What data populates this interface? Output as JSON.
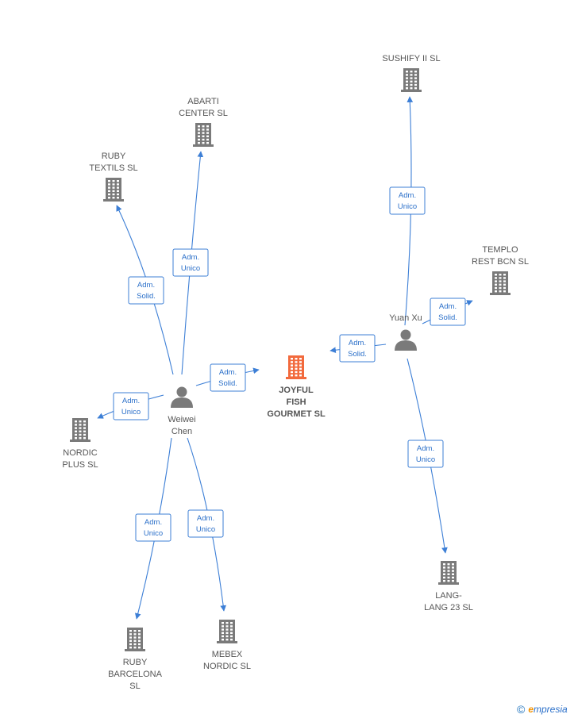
{
  "colors": {
    "edge": "#3d7fd6",
    "building": "#7a7a7a",
    "building_main": "#f26a3d",
    "person": "#7a7a7a",
    "label": "#555555"
  },
  "nodes": [
    {
      "id": "joyful",
      "type": "company-main",
      "lines": [
        "JOYFUL",
        "FISH",
        "GOURMET  SL"
      ]
    },
    {
      "id": "weiwei",
      "type": "person",
      "lines": [
        "Weiwei",
        "Chen"
      ]
    },
    {
      "id": "yuanxu",
      "type": "person",
      "lines": [
        "Yuan Xu"
      ]
    },
    {
      "id": "abarti",
      "type": "company",
      "lines": [
        "ABARTI",
        "CENTER SL"
      ]
    },
    {
      "id": "ruby_textils",
      "type": "company",
      "lines": [
        "RUBY",
        "TEXTILS  SL"
      ]
    },
    {
      "id": "nordic_plus",
      "type": "company",
      "lines": [
        "NORDIC",
        "PLUS SL"
      ]
    },
    {
      "id": "ruby_barcelona",
      "type": "company",
      "lines": [
        "RUBY",
        "BARCELONA",
        "SL"
      ]
    },
    {
      "id": "mebex",
      "type": "company",
      "lines": [
        "MEBEX",
        "NORDIC SL"
      ]
    },
    {
      "id": "sushify",
      "type": "company",
      "lines": [
        "SUSHIFY II  SL"
      ]
    },
    {
      "id": "templo",
      "type": "company",
      "lines": [
        "TEMPLO",
        "REST BCN  SL"
      ]
    },
    {
      "id": "lang",
      "type": "company",
      "lines": [
        "LANG-",
        "LANG 23  SL"
      ]
    }
  ],
  "edges": [
    {
      "from": "weiwei",
      "to": "abarti",
      "lines": [
        "Adm.",
        "Unico"
      ]
    },
    {
      "from": "weiwei",
      "to": "ruby_textils",
      "lines": [
        "Adm.",
        "Solid."
      ]
    },
    {
      "from": "weiwei",
      "to": "joyful",
      "lines": [
        "Adm.",
        "Solid."
      ]
    },
    {
      "from": "weiwei",
      "to": "nordic_plus",
      "lines": [
        "Adm.",
        "Unico"
      ]
    },
    {
      "from": "weiwei",
      "to": "ruby_barcelona",
      "lines": [
        "Adm.",
        "Unico"
      ]
    },
    {
      "from": "weiwei",
      "to": "mebex",
      "lines": [
        "Adm.",
        "Unico"
      ]
    },
    {
      "from": "yuanxu",
      "to": "sushify",
      "lines": [
        "Adm.",
        "Unico"
      ]
    },
    {
      "from": "yuanxu",
      "to": "templo",
      "lines": [
        "Adm.",
        "Solid."
      ]
    },
    {
      "from": "yuanxu",
      "to": "joyful",
      "lines": [
        "Adm.",
        "Solid."
      ]
    },
    {
      "from": "yuanxu",
      "to": "lang",
      "lines": [
        "Adm.",
        "Unico"
      ]
    }
  ],
  "brand": {
    "copyright": "©",
    "e": "e",
    "rest": "mpresia"
  }
}
